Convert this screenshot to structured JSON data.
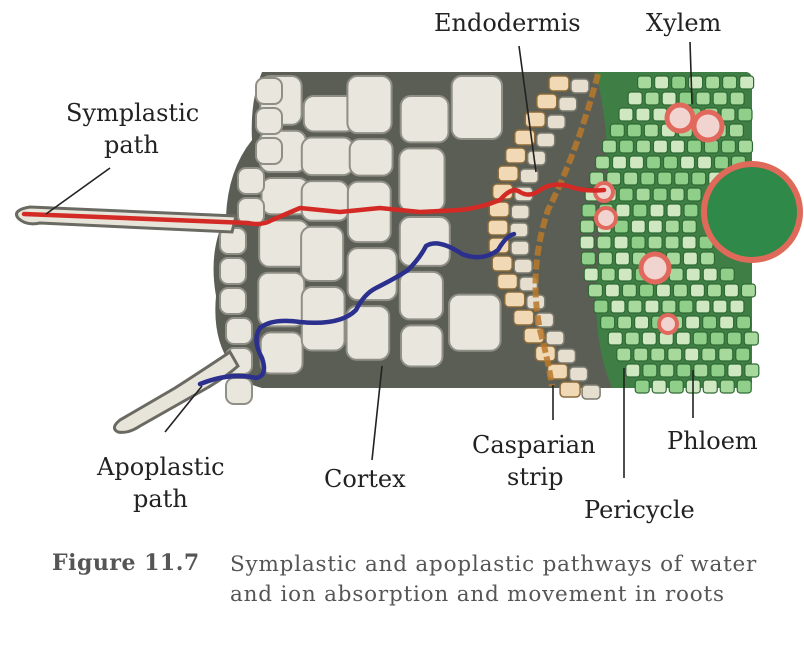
{
  "labels": {
    "endodermis": "Endodermis",
    "xylem": "Xylem",
    "symplastic_1": "Symplastic",
    "symplastic_2": "path",
    "apoplastic_1": "Apoplastic",
    "apoplastic_2": "path",
    "cortex": "Cortex",
    "casparian_1": "Casparian",
    "casparian_2": "strip",
    "pericycle": "Pericycle",
    "phloem": "Phloem"
  },
  "caption": {
    "number": "Figure 11.7",
    "text": "Symplastic and apoplastic pathways of water and ion absorption and movement in roots"
  },
  "colors": {
    "symplastic_path": "#d42a26",
    "apoplastic_path": "#2b2f8e",
    "cortex_cell": "#e9e6dd",
    "cell_wall": "#7a7a70",
    "casparian_strip": "#c08a3a",
    "stele": "#4f9a52",
    "xylem_ring": "#e06a5a"
  }
}
